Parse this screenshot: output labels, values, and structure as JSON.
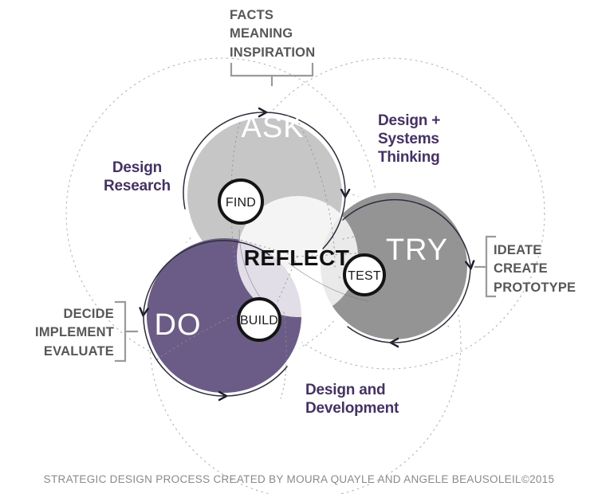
{
  "diagram": {
    "title_footer": "STRATEGIC DESIGN PROCESS CREATED BY MOURA QUAYLE AND ANGELE BEAUSOLEIL©2015",
    "phases": [
      {
        "id": "ask",
        "label": "ASK",
        "color": "#c6c6c6"
      },
      {
        "id": "try",
        "label": "TRY",
        "color": "#949494"
      },
      {
        "id": "do",
        "label": "DO",
        "color": "#6b5b87"
      },
      {
        "id": "reflect",
        "label": "REFLECT",
        "color": "#efefef"
      }
    ],
    "nodes": [
      {
        "id": "find",
        "label": "FIND"
      },
      {
        "id": "test",
        "label": "TEST"
      },
      {
        "id": "build",
        "label": "BUILD"
      }
    ],
    "annotations": {
      "top_bracket": {
        "lines": [
          "FACTS",
          "MEANING",
          "INSPIRATION"
        ],
        "text": "FACTS\nMEANING\nINSPIRATION"
      },
      "right_bracket": {
        "lines": [
          "IDEATE",
          "CREATE",
          "PROTOTYPE"
        ],
        "text": "IDEATE\nCREATE\nPROTOTYPE"
      },
      "left_bracket": {
        "lines": [
          "DECIDE",
          "IMPLEMENT",
          "EVALUATE"
        ],
        "text": "DECIDE\nIMPLEMENT\nEVALUATE"
      }
    },
    "discipline_labels": [
      {
        "id": "design-research",
        "text": "Design\nResearch"
      },
      {
        "id": "design-systems-thinking",
        "text": "Design +\nSystems\nThinking"
      },
      {
        "id": "design-and-development",
        "text": "Design and\nDevelopment"
      }
    ],
    "colors": {
      "ask_fill": "#c6c6c6",
      "try_fill": "#949494",
      "do_fill": "#6b5b87",
      "reflect_fill": "#f2f2f2",
      "purple_text": "#45306b",
      "bracket_gray": "#9a9a9a",
      "bracket_text": "#575757",
      "footer_gray": "#8a8a8a",
      "dotted_gray": "#b0b0b0",
      "arc_stroke": "#333344",
      "background": "#ffffff"
    }
  }
}
